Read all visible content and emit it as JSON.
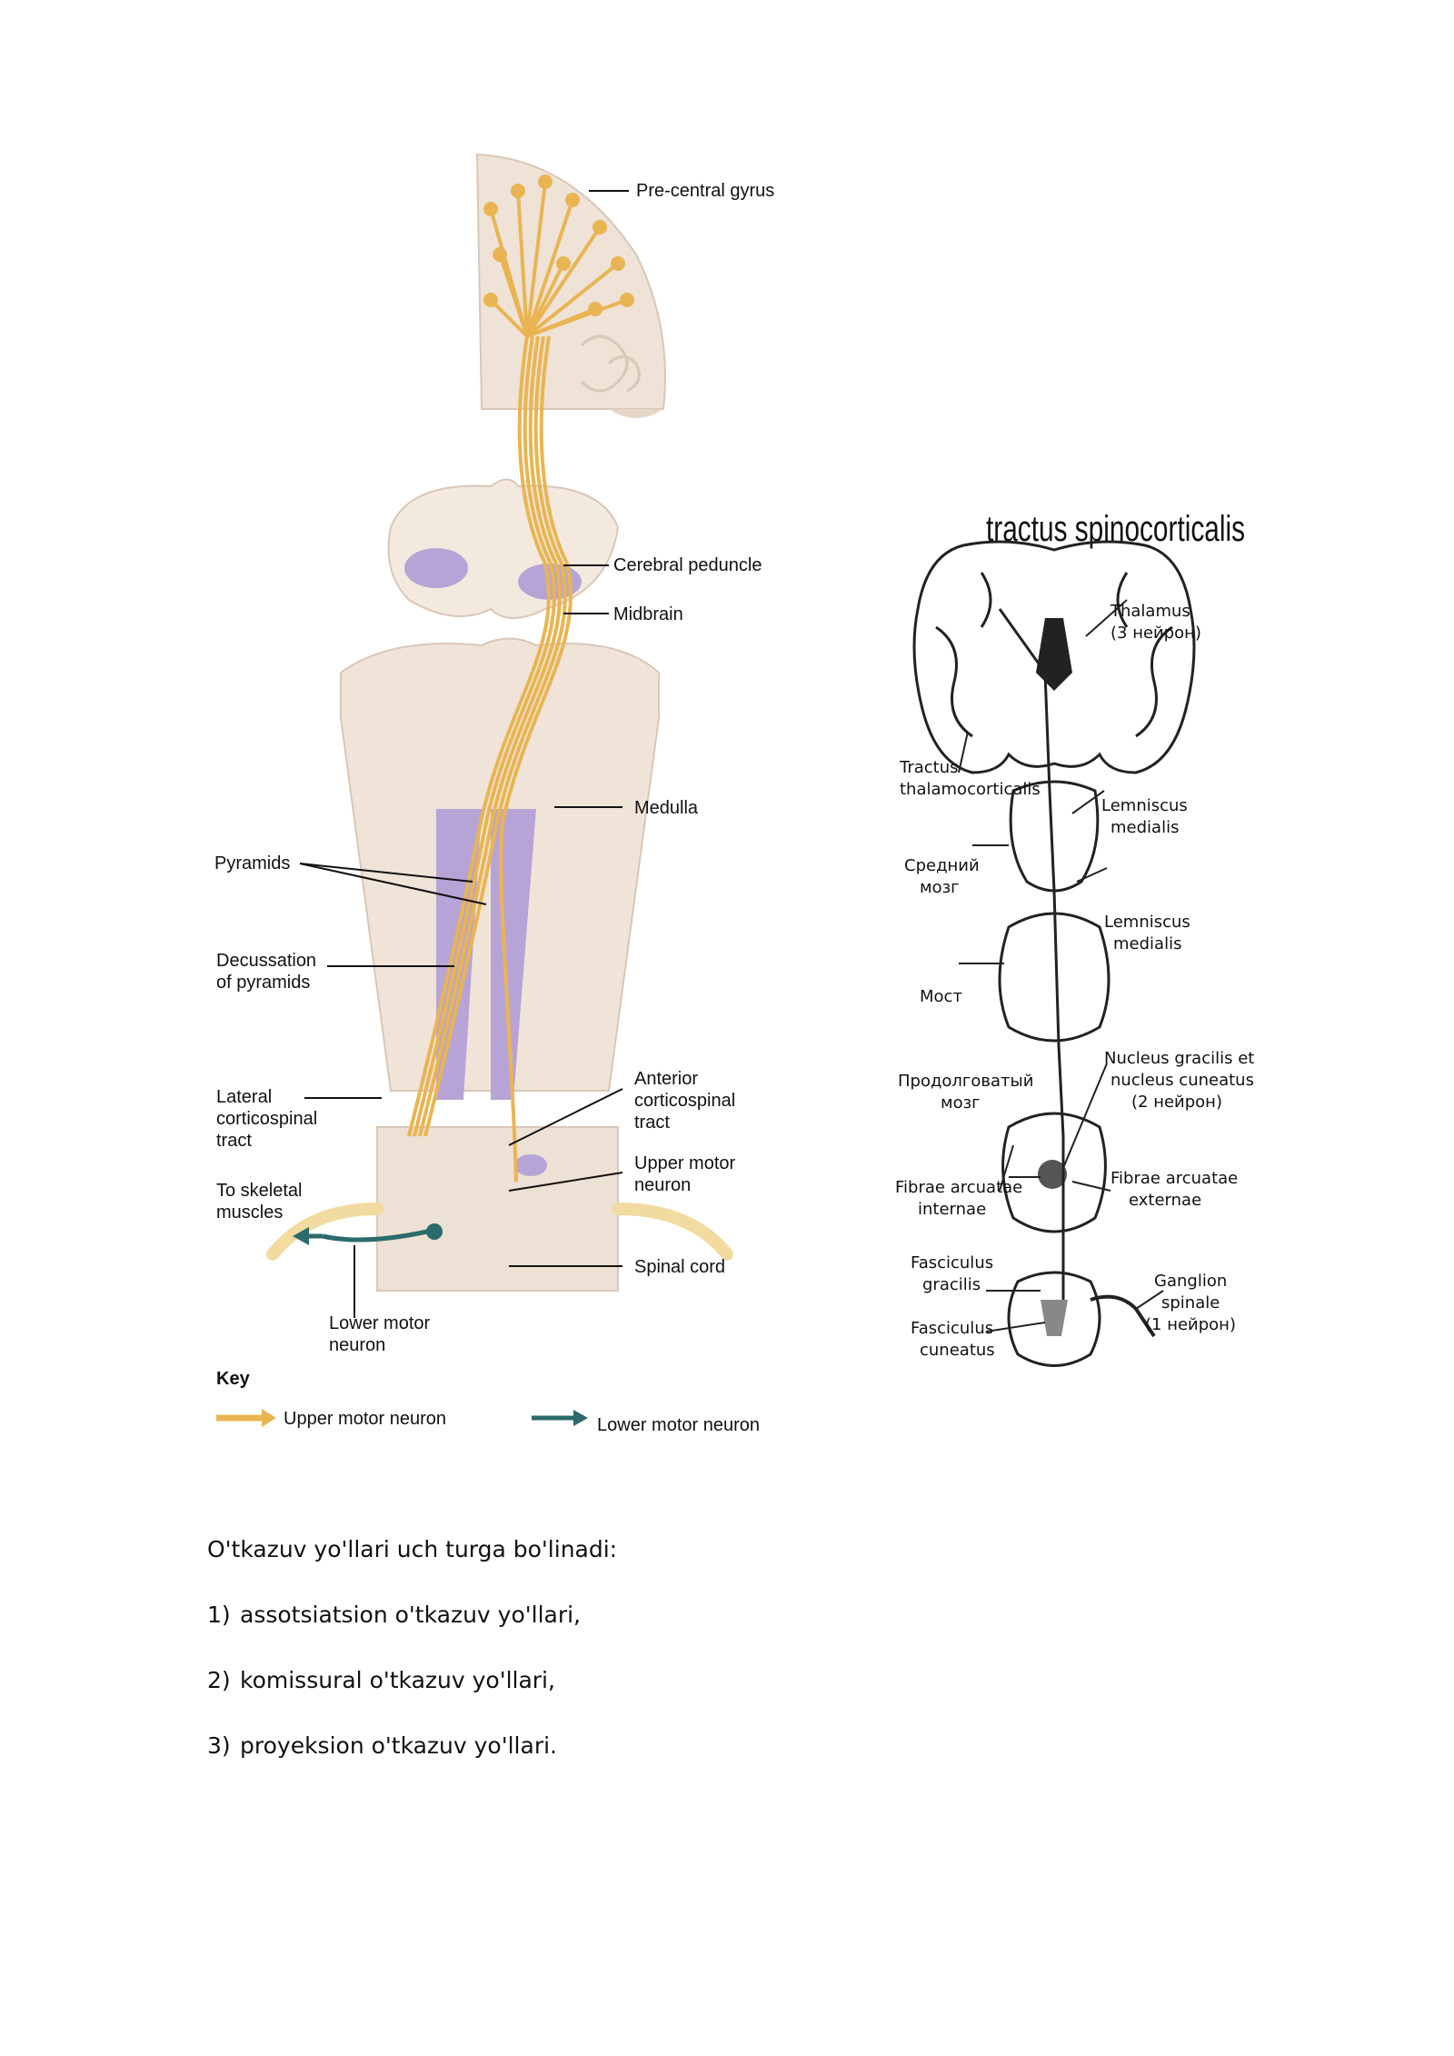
{
  "figure_corticospinal": {
    "labels": {
      "precentral_gyrus": "Pre-central gyrus",
      "cerebral_peduncle": "Cerebral peduncle",
      "midbrain": "Midbrain",
      "medulla": "Medulla",
      "pyramids": "Pyramids",
      "decussation_1": "Decussation",
      "decussation_2": "of pyramids",
      "lateral_1": "Lateral",
      "lateral_2": "corticospinal",
      "lateral_3": "tract",
      "anterior_1": "Anterior",
      "anterior_2": "corticospinal",
      "anterior_3": "tract",
      "upper_motor_1": "Upper motor",
      "upper_motor_2": "neuron",
      "skeletal_1": "To skeletal",
      "skeletal_2": "muscles",
      "spinal_cord": "Spinal cord",
      "lower_motor_1": "Lower motor",
      "lower_motor_2": "neuron"
    },
    "key": {
      "title": "Key",
      "upper": "Upper motor neuron",
      "lower": "Lower motor neuron"
    },
    "colors": {
      "tract": "#e9b552",
      "pyramid": "#b7a4d6",
      "tissue": "#f2e6dc",
      "lower_neuron": "#2b6b6b"
    }
  },
  "figure_spinocortical": {
    "title": "tractus spinocorticalis",
    "labels": {
      "thalamus_1": "Thalamus",
      "thalamus_2": "(3 нейрон)",
      "tractus_1": "Tractus",
      "tractus_2": "thalamocorticalis",
      "lemn1_1": "Lemniscus",
      "lemn1_2": "medialis",
      "sredniy_1": "Средний",
      "sredniy_2": "мозг",
      "lemn2_1": "Lemniscus",
      "lemn2_2": "medialis",
      "most": "Мост",
      "nucleus_1": "Nucleus gracilis et",
      "nucleus_2": "nucleus cuneatus",
      "nucleus_3": "(2 нейрон)",
      "prodol_1": "Продолговатый",
      "prodol_2": "мозг",
      "fibint_1": "Fibrae arcuatae",
      "fibint_2": "internae",
      "fibext_1": "Fibrae arcuatae",
      "fibext_2": "externae",
      "fgrac_1": "Fasciculus",
      "fgrac_2": "gracilis",
      "ganglion_1": "Ganglion",
      "ganglion_2": "spinale",
      "ganglion_3": "(1 нейрон)",
      "fcun_1": "Fasciculus",
      "fcun_2": "cuneatus"
    }
  },
  "text": {
    "intro": "O'tkazuv yo'llari uch turga bo'linadi:",
    "items": [
      {
        "num": "1)",
        "text": "assotsiatsion o'tkazuv yo'llari,"
      },
      {
        "num": "2)",
        "text": "komissural o'tkazuv yo'llari,"
      },
      {
        "num": "3)",
        "text": "proyeksion o'tkazuv yo'llari."
      }
    ]
  }
}
